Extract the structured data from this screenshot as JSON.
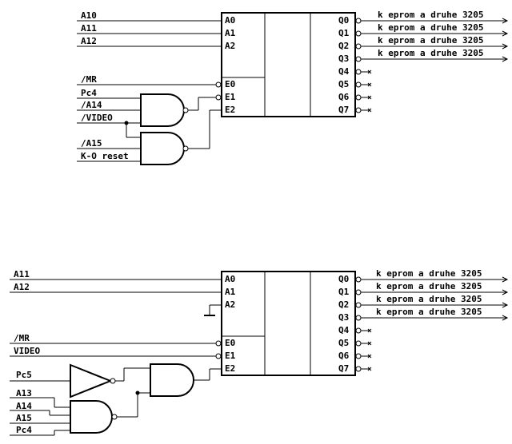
{
  "decoders": [
    {
      "inputs": {
        "addr": [
          "A10",
          "A11",
          "A12"
        ],
        "enable": [
          "/MR",
          "Pc4",
          "/A14",
          "/VIDEO",
          "/A15",
          "K-O reset"
        ]
      },
      "pins": {
        "addr": [
          "A0",
          "A1",
          "A2"
        ],
        "enable": [
          "E0",
          "E1",
          "E2"
        ],
        "outputs": [
          "Q0",
          "Q1",
          "Q2",
          "Q3",
          "Q4",
          "Q5",
          "Q6",
          "Q7"
        ]
      },
      "output_labels": [
        "k eprom a druhe 3205",
        "k eprom a druhe 3205",
        "k eprom a druhe 3205",
        "k eprom a druhe 3205"
      ]
    },
    {
      "inputs": {
        "addr": [
          "A11",
          "A12"
        ],
        "enable": [
          "/MR",
          "VIDEO",
          "Pc5",
          "A13",
          "A14",
          "A15",
          "Pc4"
        ]
      },
      "pins": {
        "addr": [
          "A0",
          "A1",
          "A2"
        ],
        "enable": [
          "E0",
          "E1",
          "E2"
        ],
        "outputs": [
          "Q0",
          "Q1",
          "Q2",
          "Q3",
          "Q4",
          "Q5",
          "Q6",
          "Q7"
        ]
      },
      "output_labels": [
        "k eprom a druhe 3205",
        "k eprom a druhe 3205",
        "k eprom a druhe 3205",
        "k eprom a druhe 3205"
      ]
    }
  ]
}
